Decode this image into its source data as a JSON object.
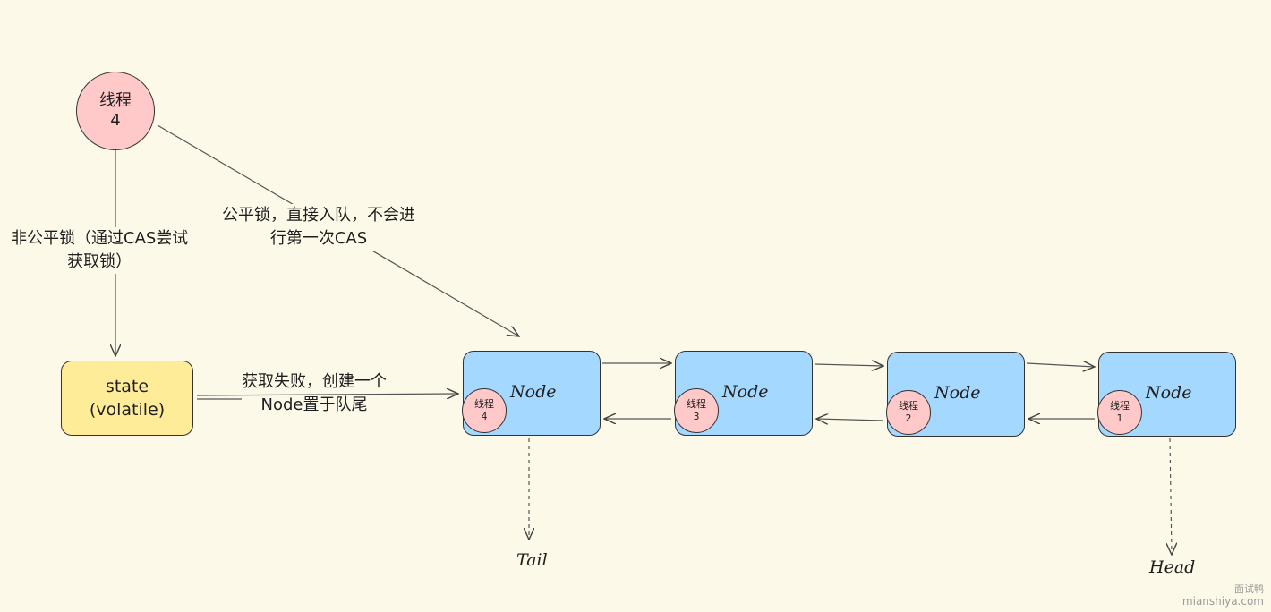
{
  "thread_main": {
    "line1": "线程",
    "line2": "4"
  },
  "state_box": {
    "line1": "state",
    "line2": "(volatile)"
  },
  "labels": {
    "unfair_line1": "非公平锁（通过CAS尝试",
    "unfair_line2": "获取锁）",
    "fair_line1": "公平锁，直接入队，不会进",
    "fair_line2": "行第一次CAS",
    "fail_line1": "获取失败，创建一个",
    "fail_line2": "Node置于队尾"
  },
  "nodes": [
    {
      "label": "Node",
      "thread": "线程",
      "num": "4"
    },
    {
      "label": "Node",
      "thread": "线程",
      "num": "3"
    },
    {
      "label": "Node",
      "thread": "线程",
      "num": "2"
    },
    {
      "label": "Node",
      "thread": "线程",
      "num": "1"
    }
  ],
  "pointers": {
    "tail": "Tail",
    "head": "Head"
  },
  "watermark": {
    "cn": "面试鸭",
    "url": "mianshiya.com"
  },
  "colors": {
    "background": "#fdf9e9",
    "node": "#a5d8ff",
    "thread": "#ffc9c9",
    "state": "#ffec99"
  }
}
